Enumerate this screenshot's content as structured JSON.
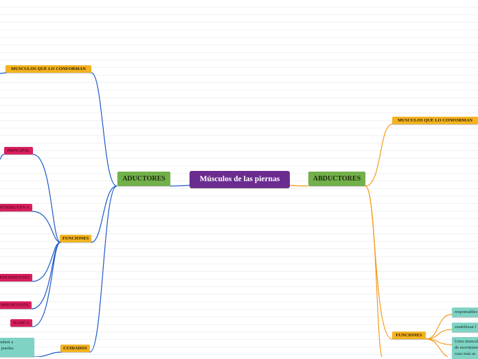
{
  "central": "Músculos de las piernas",
  "left": {
    "title": "ADUCTORES",
    "muscles": "MUSCULOS QUE LO CONFORMAN",
    "funciones": "FUNCIONES",
    "principal": "PRINCIPAL",
    "contribuyen": "CONTRIBUYEN A",
    "dependientes": "DEPENDIENTES",
    "importante": "IMPORTANTE",
    "basica": "BASICA",
    "cuidados": "CUIDADOS",
    "cuidados_note": "ayudará a\nue puedas"
  },
  "right": {
    "title": "ABDUCTORES",
    "muscles": "MUSCULOS QUE LO CONFORMAN",
    "funciones": "FUNCIONES",
    "f1": "responsables",
    "f2": "estabilizan l",
    "f3": "Unos muscul\nde movimien\ncaso más ac"
  },
  "colors": {
    "left_branch": "#1b57c9",
    "right_branch": "#f39a1a",
    "central": "#6a2c8f",
    "main_topic": "#72b04a",
    "sub_topic": "#f3b320",
    "leaf_pink": "#d81f5e",
    "leaf_teal": "#7fd3c4"
  }
}
